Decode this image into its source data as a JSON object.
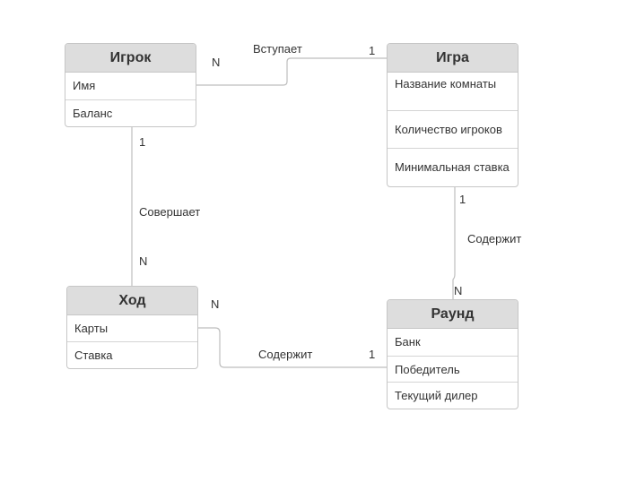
{
  "entities": {
    "player": {
      "title": "Игрок",
      "fields": [
        "Имя",
        "Баланс"
      ]
    },
    "game": {
      "title": "Игра",
      "fields": [
        "Название комнаты",
        "Количество игроков",
        "Минимальная ставка"
      ]
    },
    "move": {
      "title": "Ход",
      "fields": [
        "Карты",
        "Ставка"
      ]
    },
    "round": {
      "title": "Раунд",
      "fields": [
        "Банк",
        "Победитель",
        "Текущий дилер"
      ]
    }
  },
  "relations": {
    "joins": {
      "label": "Вступает",
      "card_from": "N",
      "card_to": "1"
    },
    "makes": {
      "label": "Совершает",
      "card_from": "1",
      "card_to": "N"
    },
    "game_round": {
      "label": "Содержит",
      "card_from": "1",
      "card_to": "N"
    },
    "round_move": {
      "label": "Содержит",
      "card_from": "1",
      "card_to": "N"
    }
  },
  "colors": {
    "header_bg": "#dddddd",
    "border": "#c6c6c6",
    "line": "#bdbdbd"
  }
}
